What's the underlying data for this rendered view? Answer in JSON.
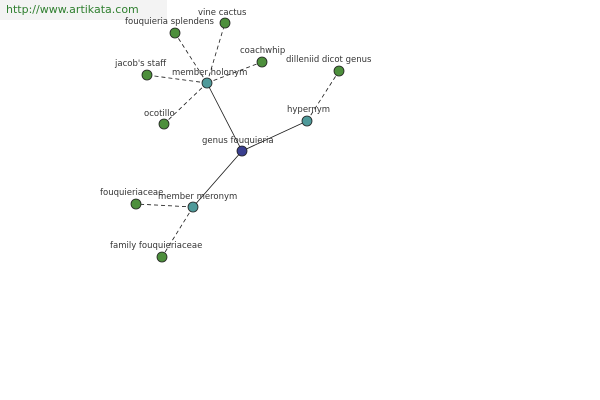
{
  "site": {
    "url": "http://www.artikata.com"
  },
  "colors": {
    "root": "#3a3f8f",
    "relation": "#4f9a9a",
    "leaf": "#4d8f3c",
    "edge": "#1a1a1a",
    "watermark_text": "#2f7f2f"
  },
  "graph": {
    "nodes": [
      {
        "id": "root",
        "label": "genus fouquieria",
        "kind": "root"
      },
      {
        "id": "hypernym",
        "label": "hypernym",
        "kind": "relation"
      },
      {
        "id": "member_holonym",
        "label": "member holonym",
        "kind": "relation"
      },
      {
        "id": "member_meronym",
        "label": "member meronym",
        "kind": "relation"
      },
      {
        "id": "dilleniid",
        "label": "dilleniid dicot genus",
        "kind": "leaf"
      },
      {
        "id": "vine_cactus",
        "label": "vine cactus",
        "kind": "leaf"
      },
      {
        "id": "fouquieria_splendens",
        "label": "fouquieria splendens",
        "kind": "leaf"
      },
      {
        "id": "coachwhip",
        "label": "coachwhip",
        "kind": "leaf"
      },
      {
        "id": "jacobs_staff",
        "label": "jacob's staff",
        "kind": "leaf"
      },
      {
        "id": "ocotillo",
        "label": "ocotillo",
        "kind": "leaf"
      },
      {
        "id": "fouquieriaceae",
        "label": "fouquieriaceae",
        "kind": "leaf"
      },
      {
        "id": "family_fouquieriaceae",
        "label": "family fouquieriaceae",
        "kind": "leaf"
      }
    ],
    "edges": [
      {
        "from": "root",
        "to": "hypernym",
        "style": "solid"
      },
      {
        "from": "root",
        "to": "member_holonym",
        "style": "solid"
      },
      {
        "from": "root",
        "to": "member_meronym",
        "style": "solid"
      },
      {
        "from": "hypernym",
        "to": "dilleniid",
        "style": "dashed"
      },
      {
        "from": "member_holonym",
        "to": "vine_cactus",
        "style": "dashed"
      },
      {
        "from": "member_holonym",
        "to": "fouquieria_splendens",
        "style": "dashed"
      },
      {
        "from": "member_holonym",
        "to": "coachwhip",
        "style": "dashed"
      },
      {
        "from": "member_holonym",
        "to": "jacobs_staff",
        "style": "dashed"
      },
      {
        "from": "member_holonym",
        "to": "ocotillo",
        "style": "dashed"
      },
      {
        "from": "member_meronym",
        "to": "fouquieriaceae",
        "style": "dashed"
      },
      {
        "from": "member_meronym",
        "to": "family_fouquieriaceae",
        "style": "dashed"
      }
    ]
  }
}
